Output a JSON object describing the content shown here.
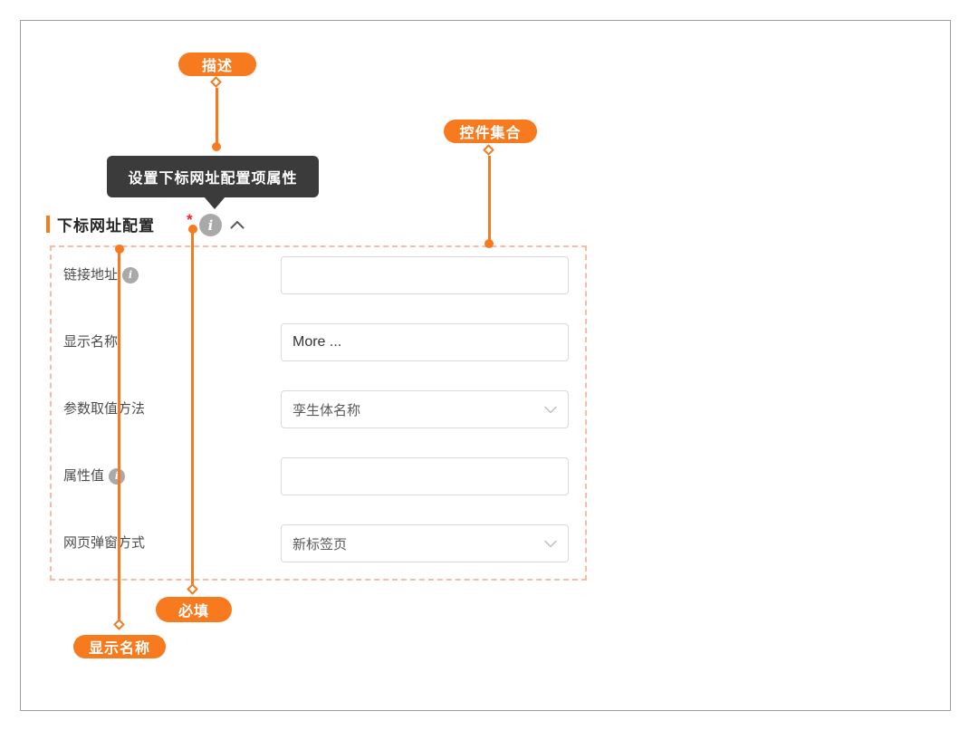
{
  "panel": {
    "title": "下标网址配置",
    "required_marker": "*",
    "info_glyph": "i",
    "fields": [
      {
        "label": "链接地址",
        "type": "input",
        "value": "",
        "has_info": true
      },
      {
        "label": "显示名称",
        "type": "input",
        "value": "More ...",
        "has_info": false
      },
      {
        "label": "参数取值方法",
        "type": "select",
        "value": "孪生体名称",
        "has_info": false
      },
      {
        "label": "属性值",
        "type": "input",
        "value": "",
        "has_info": true
      },
      {
        "label": "网页弹窗方式",
        "type": "select",
        "value": "新标签页",
        "has_info": false
      }
    ]
  },
  "tooltip": {
    "text": "设置下标网址配置项属性"
  },
  "callouts": {
    "description": {
      "label": "描述"
    },
    "widget_set": {
      "label": "控件集合"
    },
    "required": {
      "label": "必填"
    },
    "display_name": {
      "label": "显示名称"
    }
  },
  "colors": {
    "accent_orange": "#f87a1e",
    "dashed_border": "#f8bca4",
    "tooltip_bg": "#3b3b3b",
    "info_icon_gray": "#a9a9a9",
    "required_red": "#f5222d",
    "input_border": "#d9d9d9",
    "frame_border": "#9c9c9c"
  }
}
